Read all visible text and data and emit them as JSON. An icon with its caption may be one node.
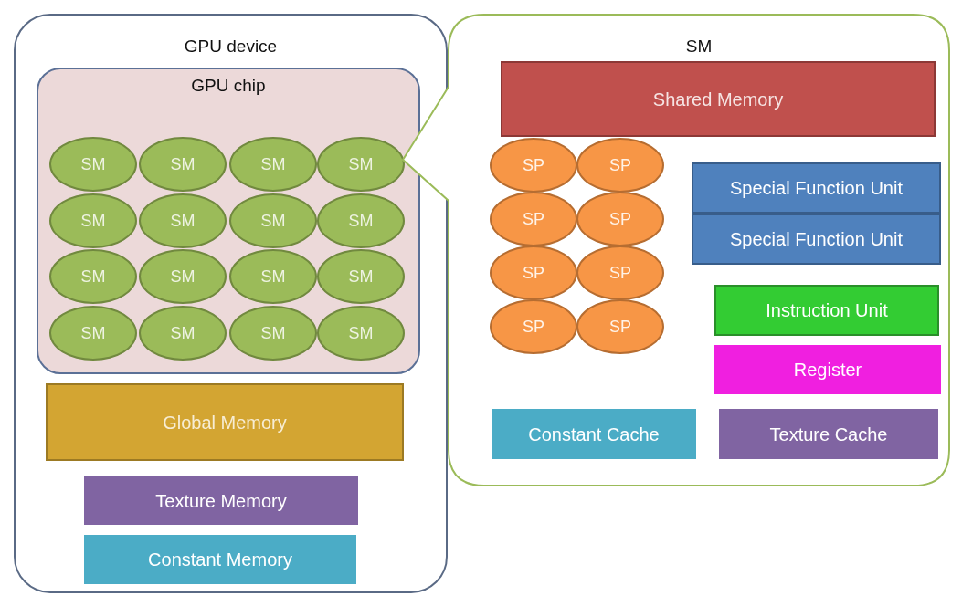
{
  "diagram": {
    "nodes": [
      {
        "text": [
          "GPU device"
        ]
      },
      {
        "text": [
          "GPU chip"
        ],
        "in": 0
      },
      {
        "text": [
          "SM"
        ],
        "in": 1
      },
      {
        "text": [
          "SM"
        ],
        "in": 1
      },
      {
        "text": [
          "SM"
        ],
        "in": 1
      },
      {
        "text": [
          "SM"
        ],
        "in": 1
      },
      {
        "text": [
          "SM"
        ],
        "in": 1
      },
      {
        "text": [
          "SM"
        ],
        "in": 1
      },
      {
        "text": [
          "SM"
        ],
        "in": 1
      },
      {
        "text": [
          "SM"
        ],
        "in": 1
      },
      {
        "text": [
          "SM"
        ],
        "in": 1
      },
      {
        "text": [
          "SM"
        ],
        "in": 1
      },
      {
        "text": [
          "SM"
        ],
        "in": 1
      },
      {
        "text": [
          "SM"
        ],
        "in": 1
      },
      {
        "text": [
          "SM"
        ],
        "in": 1
      },
      {
        "text": [
          "SM"
        ],
        "in": 1
      },
      {
        "text": [
          "SM"
        ],
        "in": 1
      },
      {
        "text": [
          "SM"
        ],
        "in": 1
      },
      {
        "text": [
          "Global Memory"
        ],
        "in": 0
      },
      {
        "text": [
          "Texture Memory"
        ],
        "in": 0
      },
      {
        "text": [
          "Constant Memory"
        ],
        "in": 0
      },
      {
        "text": [
          "SM"
        ]
      },
      {
        "text": [
          "Shared Memory"
        ],
        "in": 21
      },
      {
        "text": [
          "SP"
        ],
        "in": 21
      },
      {
        "text": [
          "SP"
        ],
        "in": 21
      },
      {
        "text": [
          "SP"
        ],
        "in": 21
      },
      {
        "text": [
          "SP"
        ],
        "in": 21
      },
      {
        "text": [
          "SP"
        ],
        "in": 21
      },
      {
        "text": [
          "SP"
        ],
        "in": 21
      },
      {
        "text": [
          "SP"
        ],
        "in": 21
      },
      {
        "text": [
          "SP"
        ],
        "in": 21
      },
      {
        "text": [
          "Special Function Unit"
        ],
        "in": 21
      },
      {
        "text": [
          "Special Function Unit"
        ],
        "in": 21
      },
      {
        "text": [
          "Instruction Unit"
        ],
        "in": 21
      },
      {
        "text": [
          "Register"
        ],
        "in": 21
      },
      {
        "text": [
          "Constant Cache"
        ],
        "in": 21
      },
      {
        "text": [
          "Texture Cache"
        ],
        "in": 21
      }
    ]
  }
}
